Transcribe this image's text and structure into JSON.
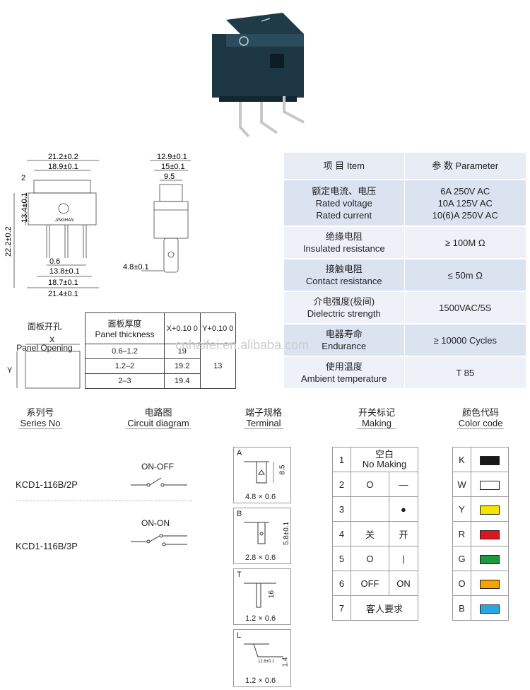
{
  "drawing": {
    "front_dims": [
      "21.2±0.2",
      "18.9±0.1",
      "2",
      "22.2±0.2",
      "13.4±0.1",
      "0.6",
      "13.8±0.1",
      "18.7±0.1",
      "21.4±0.1"
    ],
    "brand": "JINGHAN",
    "side_dims": [
      "12.9±0.1",
      "15±0.1",
      "9.5",
      "4.8±0.1"
    ]
  },
  "panel": {
    "title_cn": "面板开孔",
    "title_en": "Panel Opening",
    "x_label": "X",
    "y_label": "Y",
    "table_head": {
      "thick_cn": "面板厚度",
      "thick_en": "Panel thickness",
      "x": "X+0.10 0",
      "y": "Y+0.10 0"
    },
    "rows": [
      {
        "range": "0.6–1.2",
        "x": "19"
      },
      {
        "range": "1.2–2",
        "x": "19.2"
      },
      {
        "range": "2–3",
        "x": "19.4"
      }
    ],
    "y_value": "13"
  },
  "spec": {
    "head_item": "项 目  Item",
    "head_param": "参 数  Parameter",
    "rows": [
      {
        "item": "额定电流、电压\nRated voltage\nRated current",
        "param": "6A 250V AC\n10A 125V AC\n10(6)A 250V AC"
      },
      {
        "item": "绝缘电阻\nInsulated resistance",
        "param": "≥ 100M Ω"
      },
      {
        "item": "接触电阻\nContact resistance",
        "param": "≤ 50m Ω"
      },
      {
        "item": "介电强度(极间)\nDielectric strength",
        "param": "1500VAC/5S"
      },
      {
        "item": "电器寿命\nEndurance",
        "param": "≥ 10000 Cycles"
      },
      {
        "item": "使用温度\nAmbient temperature",
        "param": "T 85"
      }
    ]
  },
  "watermark": "cnhaifei.en.alibaba.com",
  "sections": {
    "series": "系列号\nSeries No",
    "circuit": "电路图\nCircuit diagram",
    "terminal": "端子规格\nTerminal",
    "making": "开关标记\nMaking",
    "color": "颜色代码\nColor code"
  },
  "series_rows": [
    {
      "model": "KCD1-116B/2P",
      "circuit": "ON-OFF"
    },
    {
      "model": "KCD1-116B/3P",
      "circuit": "ON-ON"
    }
  ],
  "terminals": [
    {
      "code": "A",
      "dim": "8.5",
      "size": "4.8 × 0.6"
    },
    {
      "code": "B",
      "dim": "5.8±0.1",
      "size": "2.8 × 0.6"
    },
    {
      "code": "T",
      "dim": "16",
      "size": "1.2 × 0.6"
    },
    {
      "code": "L",
      "dim": "1.4",
      "sub": "12.6±0.1",
      "size": "1.2 × 0.6"
    }
  ],
  "making": [
    {
      "no": "1",
      "left": "空白\nNo Making",
      "right": ""
    },
    {
      "no": "2",
      "left": "O",
      "right": "—"
    },
    {
      "no": "3",
      "left": "",
      "right": "●"
    },
    {
      "no": "4",
      "left": "关",
      "right": "开"
    },
    {
      "no": "5",
      "left": "O",
      "right": "|"
    },
    {
      "no": "6",
      "left": "OFF",
      "right": "ON"
    },
    {
      "no": "7",
      "left": "客人要求",
      "right": ""
    }
  ],
  "colors": [
    {
      "code": "K",
      "hex": "#1a1a1a"
    },
    {
      "code": "W",
      "hex": "#ffffff"
    },
    {
      "code": "Y",
      "hex": "#f5e400"
    },
    {
      "code": "R",
      "hex": "#e0141e"
    },
    {
      "code": "G",
      "hex": "#1e9a3c"
    },
    {
      "code": "O",
      "hex": "#f5a300"
    },
    {
      "code": "B",
      "hex": "#29a8e0"
    }
  ]
}
